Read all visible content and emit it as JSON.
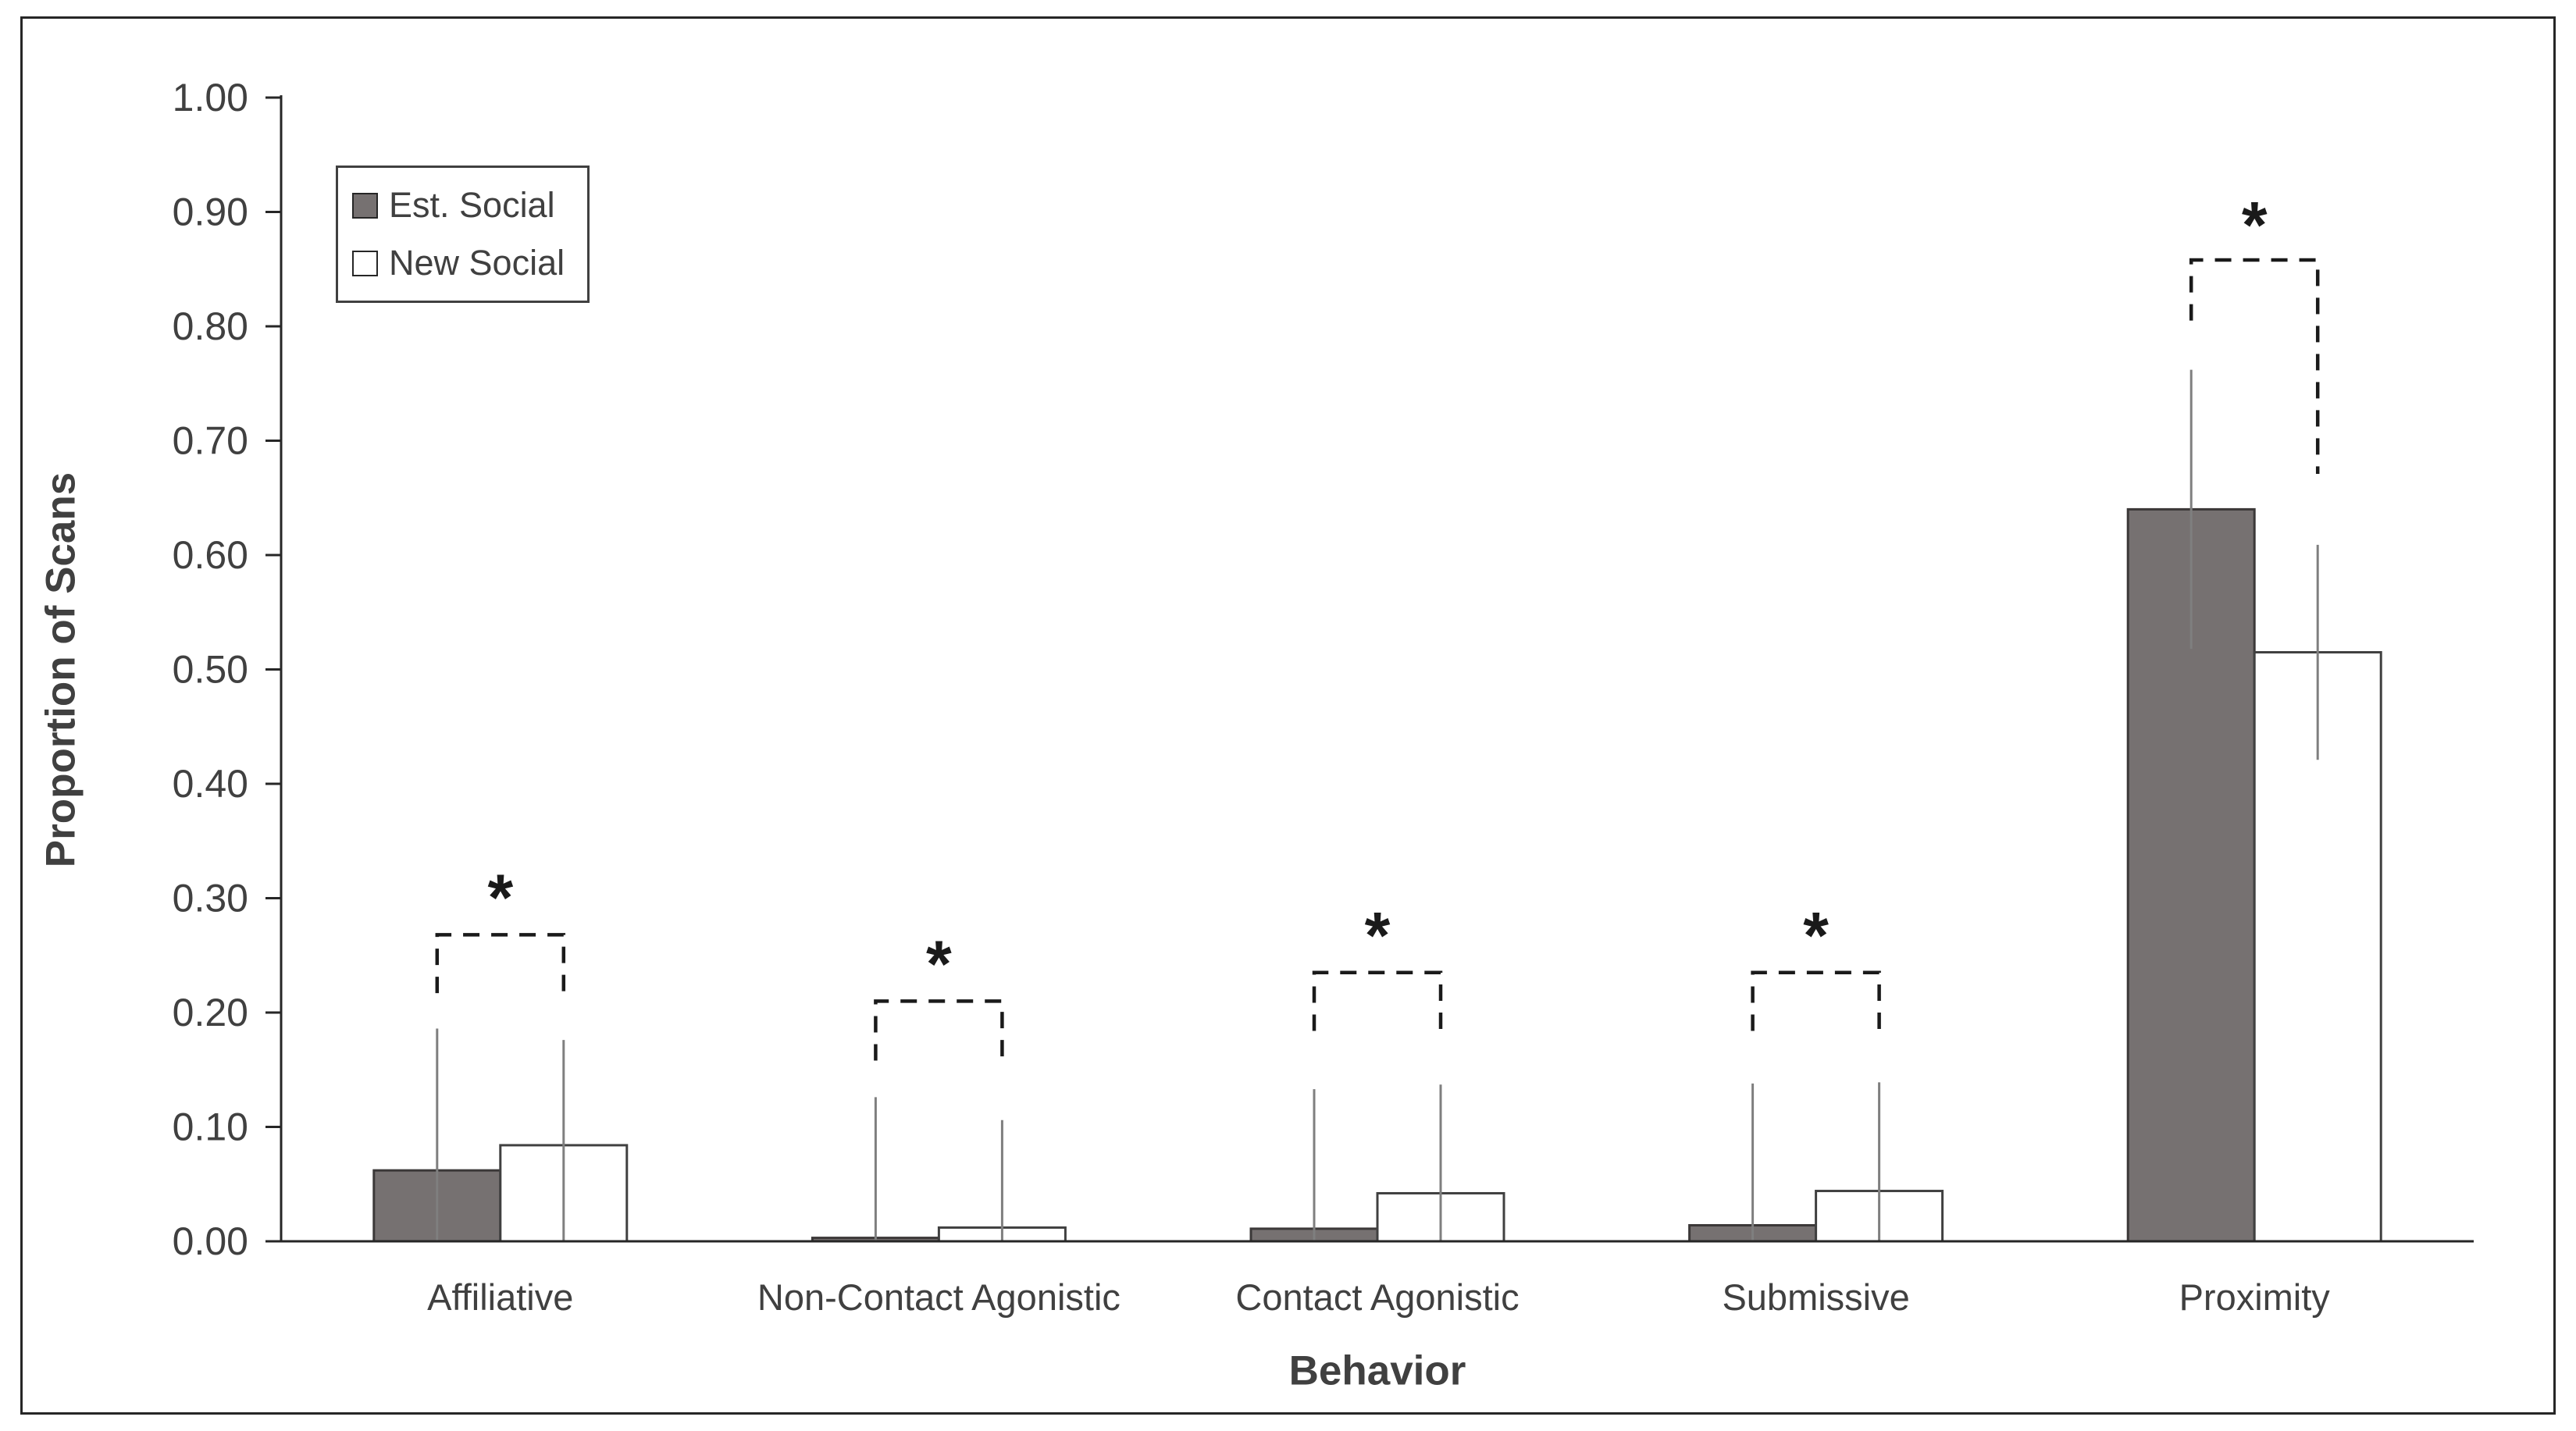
{
  "colors": {
    "est_fill": "#767171",
    "est_stroke": "#3b3838",
    "new_fill": "#ffffff",
    "new_stroke": "#404040",
    "error_line": "#7f7f7f",
    "axis": "#262626",
    "text": "#404040",
    "bracket": "#1a1a1a"
  },
  "axes": {
    "ylabel": "Proportion of Scans",
    "xlabel": "Behavior",
    "y_ticks": [
      "0.00",
      "0.10",
      "0.20",
      "0.30",
      "0.40",
      "0.50",
      "0.60",
      "0.70",
      "0.80",
      "0.90",
      "1.00"
    ]
  },
  "legend": {
    "items": [
      {
        "label": "Est. Social",
        "fill": "#767171"
      },
      {
        "label": "New Social",
        "fill": "#ffffff"
      }
    ]
  },
  "chart_data": {
    "type": "bar",
    "title": "",
    "xlabel": "Behavior",
    "ylabel": "Proportion of Scans",
    "ylim": [
      0,
      1.0
    ],
    "grid": false,
    "legend_position": "inside top-left",
    "categories": [
      "Affiliative",
      "Non-Contact Agonistic",
      "Contact Agonistic",
      "Submissive",
      "Proximity"
    ],
    "series": [
      {
        "name": "Est. Social",
        "values": [
          0.062,
          0.003,
          0.011,
          0.014,
          0.64
        ],
        "error": [
          0.124,
          0.123,
          0.122,
          0.124,
          0.122
        ]
      },
      {
        "name": "New Social",
        "values": [
          0.084,
          0.012,
          0.042,
          0.044,
          0.515
        ],
        "error": [
          0.092,
          0.094,
          0.095,
          0.095,
          0.094
        ]
      }
    ],
    "error_bar_style": "plain vertical line, mean plus-minus error, lower end clipped at 0",
    "significance": [
      {
        "category": "Affiliative",
        "label": "*",
        "bracket_top": 0.268,
        "left_leg_bottom": 0.217,
        "right_leg_bottom": 0.217,
        "star_y": 0.3
      },
      {
        "category": "Non-Contact Agonistic",
        "label": "*",
        "bracket_top": 0.21,
        "left_leg_bottom": 0.158,
        "right_leg_bottom": 0.158,
        "star_y": 0.242
      },
      {
        "category": "Contact Agonistic",
        "label": "*",
        "bracket_top": 0.235,
        "left_leg_bottom": 0.184,
        "right_leg_bottom": 0.184,
        "star_y": 0.267
      },
      {
        "category": "Submissive",
        "label": "*",
        "bracket_top": 0.235,
        "left_leg_bottom": 0.184,
        "right_leg_bottom": 0.184,
        "star_y": 0.267
      },
      {
        "category": "Proximity",
        "label": "*",
        "bracket_top": 0.858,
        "left_leg_bottom": 0.805,
        "right_leg_bottom": 0.671,
        "star_y": 0.888
      }
    ]
  }
}
